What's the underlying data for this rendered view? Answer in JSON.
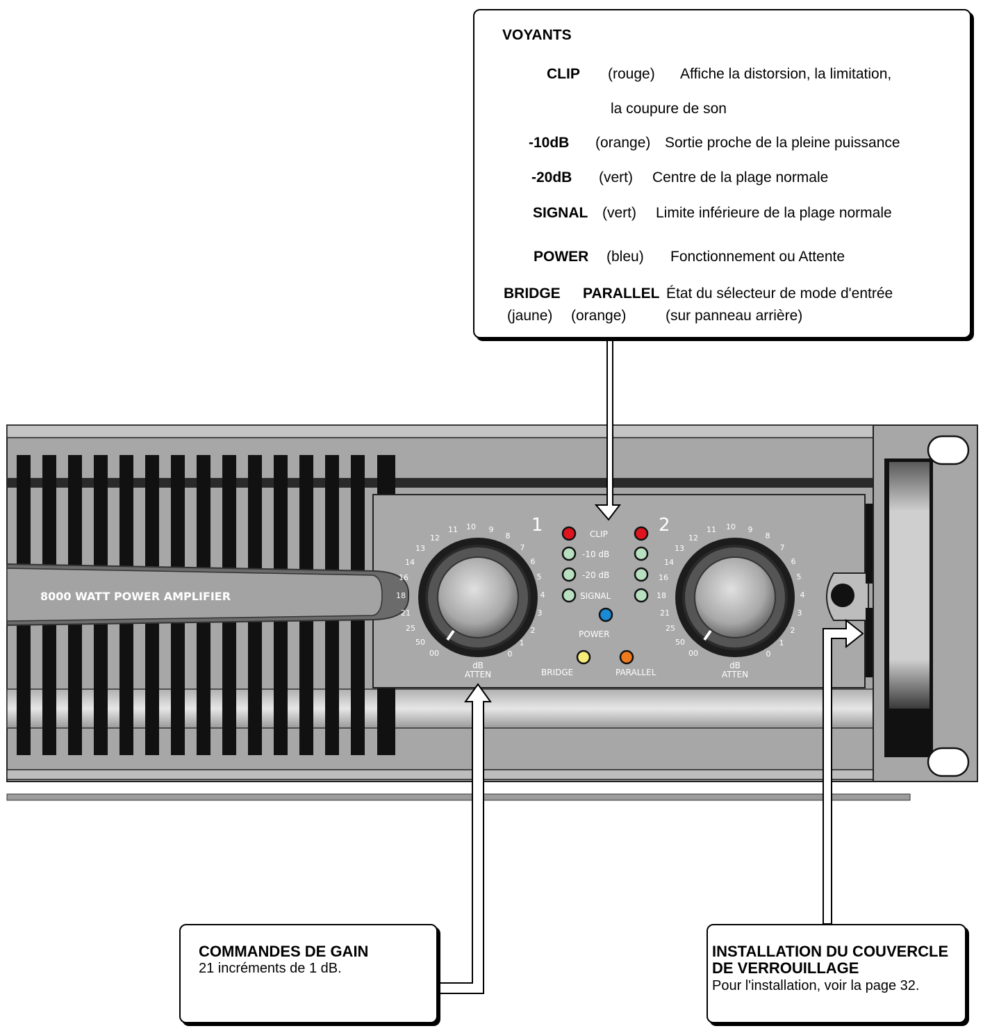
{
  "voyants": {
    "title": "VOYANTS",
    "clip": {
      "name": "CLIP",
      "color": "(rouge)",
      "desc": "Affiche la distorsion, la limitation,",
      "desc2": "la coupure de son"
    },
    "m10": {
      "name": "-10dB",
      "color": "(orange)",
      "desc": "Sortie proche de la pleine puissance"
    },
    "m20": {
      "name": "-20dB",
      "color": "(vert)",
      "desc": "Centre de la plage normale"
    },
    "signal": {
      "name": "SIGNAL",
      "color": "(vert)",
      "desc": "Limite inférieure de la plage normale"
    },
    "power": {
      "name": "POWER",
      "color": "(bleu)",
      "desc": "Fonctionnement ou Attente"
    },
    "bridge": {
      "name": "BRIDGE",
      "color": "(jaune)"
    },
    "parallel": {
      "name": "PARALLEL",
      "color": "(orange)"
    },
    "mode": {
      "desc": "État du sélecteur de mode d'entrée",
      "desc2": "(sur panneau arrière)"
    }
  },
  "gain": {
    "title": "COMMANDES DE GAIN",
    "desc": "21 incréments de 1 dB."
  },
  "cover": {
    "title1": "INSTALLATION DU COUVERCLE",
    "title2": "DE VERROUILLAGE",
    "desc": "Pour l'installation, voir la page 32."
  },
  "panel": {
    "model": "8000 WATT POWER AMPLIFIER",
    "ch1": "1",
    "ch2": "2",
    "led_clip": "CLIP",
    "led_m10": "-10 dB",
    "led_m20": "-20 dB",
    "led_signal": "SIGNAL",
    "led_power": "POWER",
    "led_bridge": "BRIDGE",
    "led_parallel": "PARALLEL",
    "db": "dB",
    "atten": "ATTEN",
    "scale": [
      "00",
      "50",
      "25",
      "21",
      "18",
      "16",
      "14",
      "13",
      "12",
      "11",
      "10",
      "9",
      "8",
      "7",
      "6",
      "5",
      "4",
      "3",
      "2",
      "1",
      "0"
    ]
  },
  "colors": {
    "clip": "#e0141e",
    "green": "#b8e0c0",
    "power": "#1a8ad4",
    "bridge": "#f6ec7a",
    "parallel": "#f07a1e",
    "panel": "#a9a9a9",
    "slot": "#111111"
  }
}
